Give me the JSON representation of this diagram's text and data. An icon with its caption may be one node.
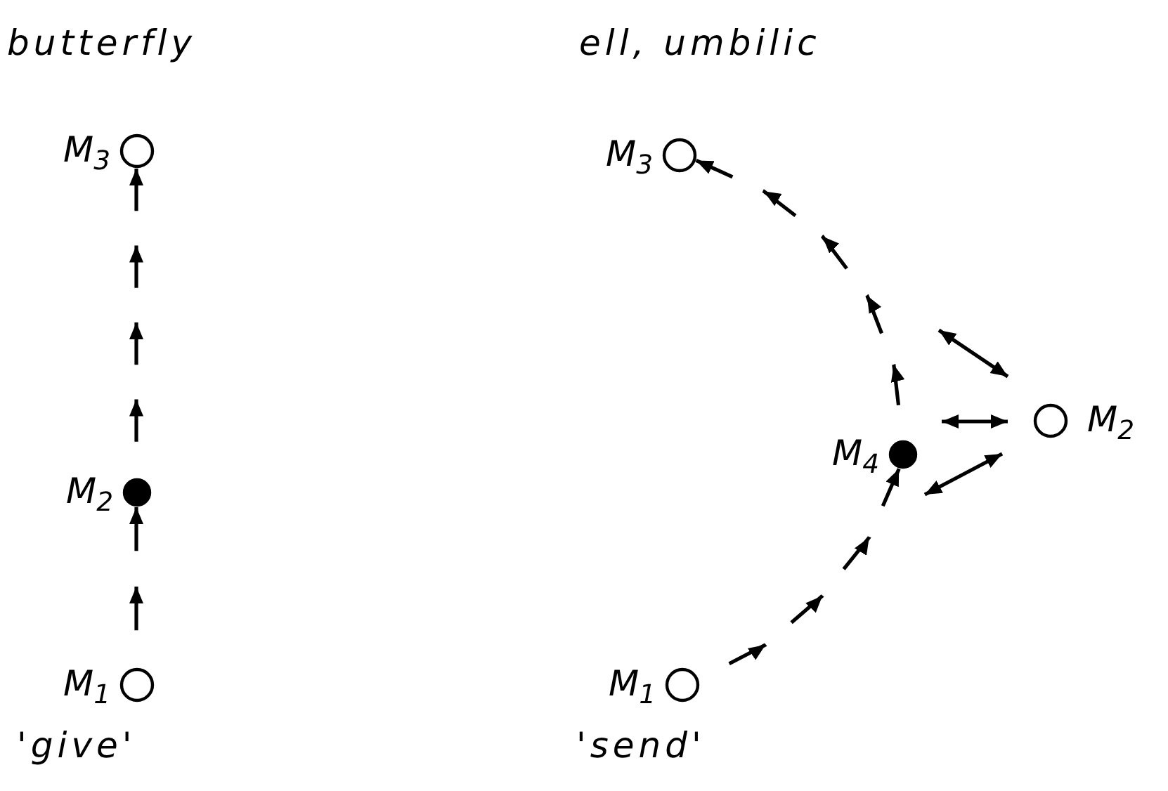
{
  "diagram": {
    "nodes": [
      {
        "text": [],
        "shape": "circle",
        "beside": [
          "M$_{3}$"
        ]
      },
      {
        "text": [],
        "shape": "dot",
        "beside": [
          "M$_{2}$"
        ]
      },
      {
        "text": [],
        "shape": "circle",
        "beside": [
          "M$_{1}$"
        ]
      },
      {
        "text": [],
        "shape": "circle",
        "beside": [
          "M$_{3}$"
        ]
      },
      {
        "text": [],
        "shape": "dot",
        "beside": [
          "M$_{4}$"
        ]
      },
      {
        "text": [],
        "shape": "circle",
        "beside": [
          "M$_{2}$"
        ]
      },
      {
        "text": [],
        "shape": "circle",
        "beside": [
          "M$_{1}$"
        ]
      }
    ],
    "edges": [
      {
        "from": 2,
        "to": 1,
        "arrow": "to",
        "style": "dashed"
      },
      {
        "from": 1,
        "to": 0,
        "arrow": "to",
        "style": "dashed"
      },
      {
        "from": 6,
        "to": 4,
        "arrow": "to",
        "style": "dashed"
      },
      {
        "from": 4,
        "to": 3,
        "arrow": "to",
        "style": "dashed"
      },
      {
        "from": null,
        "to": 5,
        "arrow": "both"
      },
      {
        "from": 4,
        "to": 5,
        "arrow": "both"
      },
      {
        "from": 4,
        "to": 5,
        "arrow": "both"
      }
    ],
    "labels": [
      "butterfly",
      "ell, umbilic",
      "'give'",
      "'send'"
    ]
  }
}
